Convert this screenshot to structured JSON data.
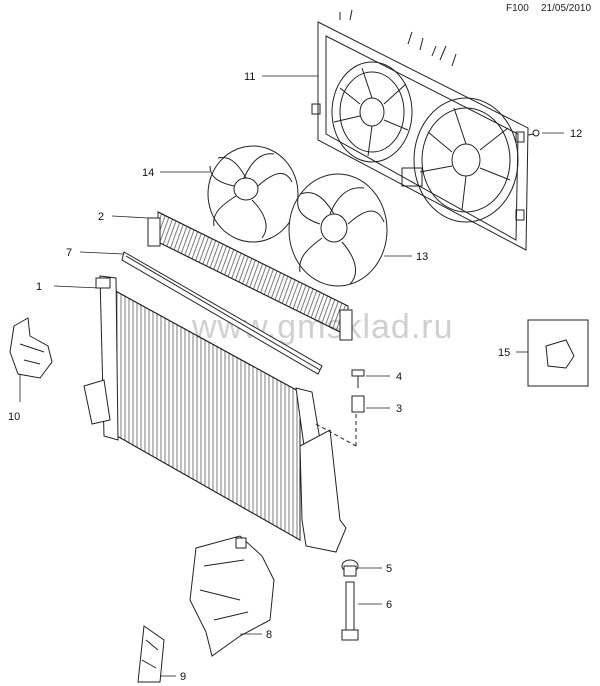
{
  "header": {
    "code": "F100",
    "date": "21/05/2010"
  },
  "watermark": "www.gmsklad.ru",
  "callouts": {
    "1": "1",
    "2": "2",
    "3": "3",
    "4": "4",
    "5": "5",
    "6": "6",
    "7": "7",
    "8": "8",
    "9": "9",
    "10": "10",
    "11": "11",
    "12": "12",
    "13": "13",
    "14": "14",
    "15": "15"
  },
  "colors": {
    "line": "#222222",
    "watermark": "#d0d0d0"
  }
}
